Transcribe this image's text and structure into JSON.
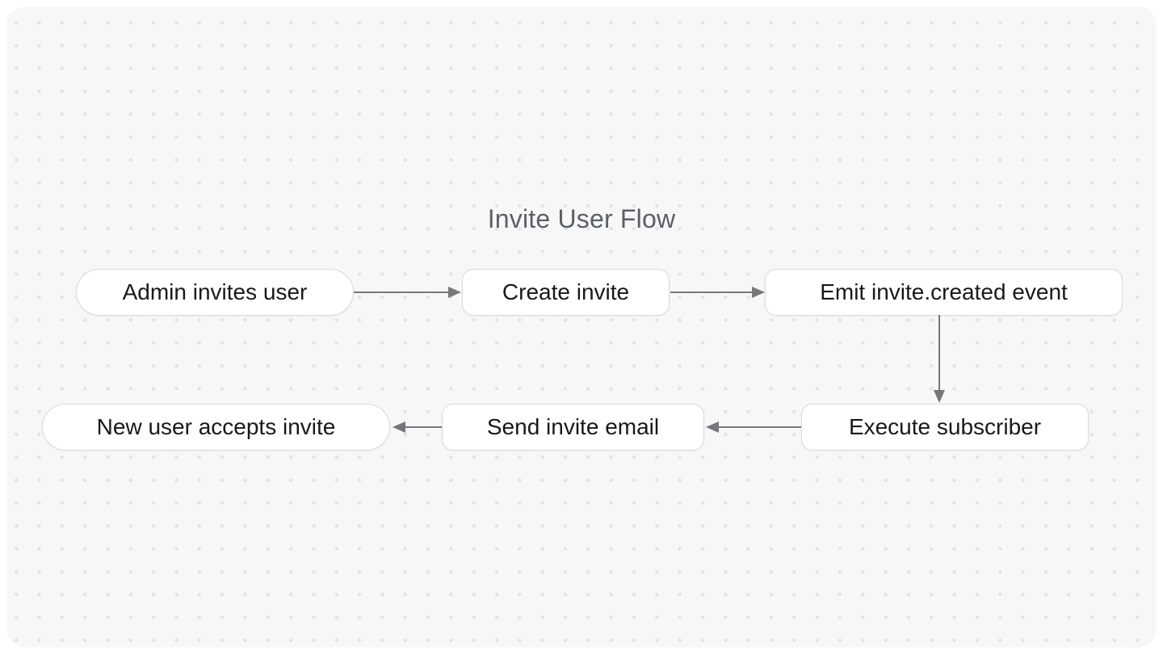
{
  "diagram": {
    "title": "Invite User Flow",
    "nodes": [
      {
        "id": "admin-invites-user",
        "label": "Admin invites user",
        "shape": "stadium"
      },
      {
        "id": "create-invite",
        "label": "Create invite",
        "shape": "rounded-rect"
      },
      {
        "id": "emit-invite-created-event",
        "label": "Emit invite.created event",
        "shape": "rounded-rect"
      },
      {
        "id": "new-user-accepts-invite",
        "label": "New user accepts invite",
        "shape": "stadium"
      },
      {
        "id": "send-invite-email",
        "label": "Send invite email",
        "shape": "rounded-rect"
      },
      {
        "id": "execute-subscriber",
        "label": "Execute subscriber",
        "shape": "rounded-rect"
      }
    ],
    "edges": [
      {
        "from": "admin-invites-user",
        "to": "create-invite",
        "direction": "right"
      },
      {
        "from": "create-invite",
        "to": "emit-invite-created-event",
        "direction": "right"
      },
      {
        "from": "emit-invite-created-event",
        "to": "execute-subscriber",
        "direction": "down"
      },
      {
        "from": "execute-subscriber",
        "to": "send-invite-email",
        "direction": "left"
      },
      {
        "from": "send-invite-email",
        "to": "new-user-accepts-invite",
        "direction": "left"
      }
    ],
    "colors": {
      "page_background": "#ffffff",
      "canvas_background": "#f7f7f8",
      "dot_grid": "#e3e3e6",
      "node_background": "#ffffff",
      "node_border": "#d9d9de",
      "node_text": "#17191d",
      "arrow": "#76767b",
      "title_text": "#5b5f66"
    }
  }
}
